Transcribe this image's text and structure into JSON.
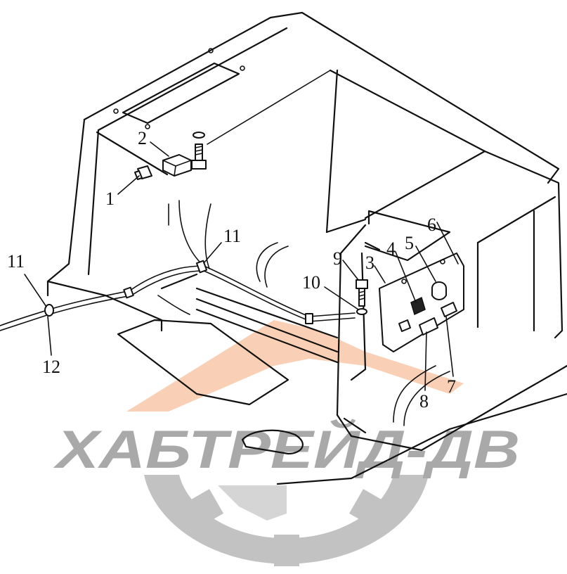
{
  "diagram": {
    "callouts": [
      {
        "id": "c1",
        "label": "1"
      },
      {
        "id": "c2",
        "label": "2"
      },
      {
        "id": "c3",
        "label": "3"
      },
      {
        "id": "c4",
        "label": "4"
      },
      {
        "id": "c5",
        "label": "5"
      },
      {
        "id": "c6",
        "label": "6"
      },
      {
        "id": "c7",
        "label": "7"
      },
      {
        "id": "c8",
        "label": "8"
      },
      {
        "id": "c9",
        "label": "9"
      },
      {
        "id": "c10",
        "label": "10"
      },
      {
        "id": "c11a",
        "label": "11"
      },
      {
        "id": "c11b",
        "label": "11"
      },
      {
        "id": "c12",
        "label": "12"
      }
    ]
  },
  "watermark": {
    "text": "ХАБТРЕЙД-ДВ",
    "text_color": "#9a9a9a",
    "logo_color": "#b8b8b8",
    "accent_color": "#f4b48a"
  }
}
